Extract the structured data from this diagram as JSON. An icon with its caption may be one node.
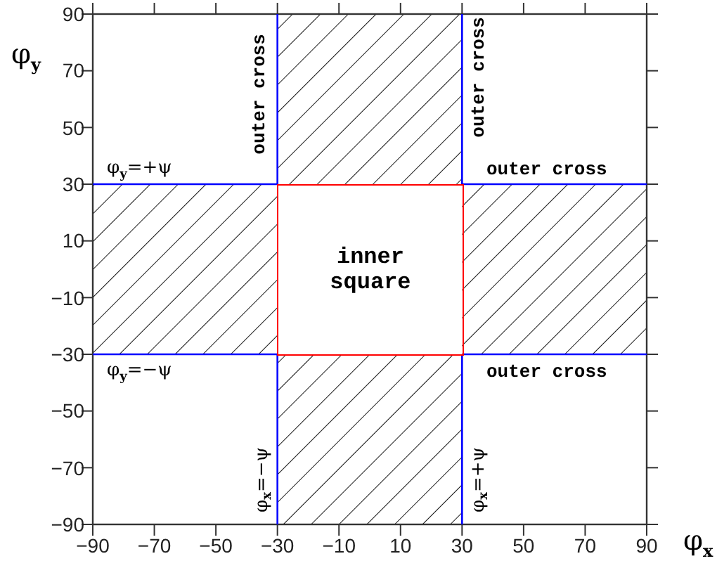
{
  "diagram": {
    "nodes": [
      {
        "text": [
          "inner square"
        ]
      }
    ],
    "labels": [
      "φ$_{y}$",
      "90",
      "70",
      "50",
      "30",
      "10",
      "−10",
      "−30",
      "−50",
      "−70",
      "−90",
      "outer cross",
      "outer cross",
      "φ$_{y}$=+ψ",
      "outer cross",
      "φ$_{y}$=−ψ",
      "outer cross",
      "φ$_{x}$=−ψ",
      "φ$_{x}$=+ψ",
      "−90",
      "−70",
      "−50",
      "−30",
      "−10",
      "10",
      "30",
      "50",
      "70",
      "90",
      "φ$_{x}$"
    ]
  }
}
